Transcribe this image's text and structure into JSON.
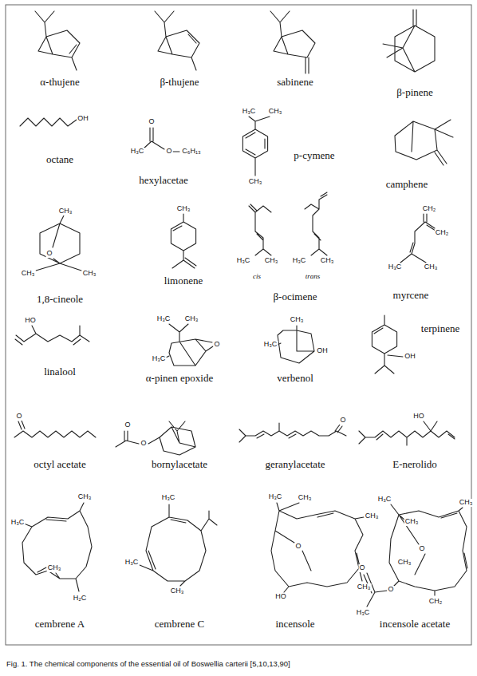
{
  "diagram": {
    "caption": "Fig. 1. The chemical components of the essential oil of Boswellia carterii [5,10,13,90]",
    "labels": [
      "α-thujene",
      "β-thujene",
      "sabinene",
      "β-pinene",
      "OH",
      "octane",
      "O",
      "H₃C",
      "O",
      "C₆H₁₃",
      "hexylacetae",
      "H₃C",
      "CH₃",
      "p-cymene",
      "CH₃",
      "camphene",
      "CH₃",
      "O",
      "CH₃",
      "CH₃",
      "1,8-cineole",
      "CH₃",
      "limonene",
      "H₃C",
      "CH₃",
      "H₃C",
      "CH₃",
      "cis",
      "trans",
      "β-ocimene",
      "CH₂",
      "CH₂",
      "H₃C",
      "CH₃",
      "myrcene",
      "HO",
      "linalool",
      "H₃C",
      "CH₃",
      "H₃C",
      "O",
      "α-pinen epoxide",
      "CH₃",
      "H₃C",
      "OH",
      "verbenol",
      "terpinene",
      "OH",
      "O",
      "octyl acetate",
      "O",
      "O",
      "bornylacetate",
      "O",
      "geranylacetate",
      "HO",
      "E-nerolido",
      "H₃C",
      "CH₃",
      "CH₃",
      "H₂C",
      "cembrene A",
      "H₃C",
      "H₃C",
      "CH₃",
      "cembrene C",
      "H₃C",
      "CH₃",
      "CH₃",
      "O",
      "HO",
      "CH₃",
      "incensole",
      "H₃C",
      "CH₃",
      "CH₃",
      "O",
      "CH₃",
      "O",
      "O",
      "H₃C",
      "CH₂",
      "incensole acetate"
    ]
  }
}
